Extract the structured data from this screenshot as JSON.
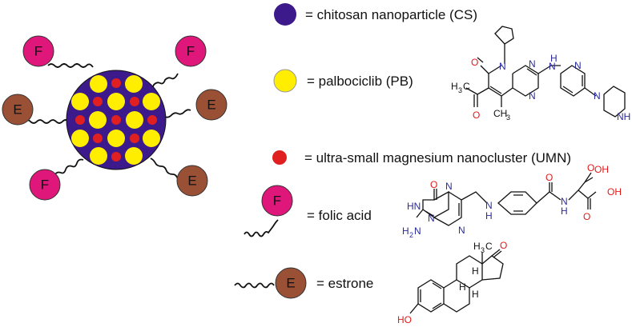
{
  "colors": {
    "chitosan": "#3d1a8c",
    "palbociclib": "#ffee00",
    "magnesium": "#e02020",
    "folic": "#e0177a",
    "estrone": "#9a5034",
    "atom_n": "#2a2aa0",
    "atom_o": "#e01a1a"
  },
  "ligand_letters": {
    "folic": "F",
    "estrone": "E"
  },
  "legend": {
    "chitosan": "= chitosan nanoparticle (CS)",
    "palbociclib": "= palbociclib (PB)",
    "magnesium": "=  ultra-small magnesium nanocluster (UMN)",
    "folic": "= folic acid",
    "estrone": "= estrone"
  },
  "structures": {
    "palbociclib": {
      "o_ketone": "O",
      "n_ring": "N",
      "n_ring2": "N",
      "n_ring3": "N",
      "nh_link": "H",
      "n_link": "N",
      "n_pyr": "N",
      "n_pip": "N",
      "nh_pip": "NH",
      "h3c": "H",
      "h3c_c": "3",
      "h3c_tail": "C",
      "o_acetyl": "O",
      "ch3": "CH",
      "ch3_sub": "3"
    },
    "folic": {
      "o_top": "O",
      "hn": "HN",
      "n1": "N",
      "n2": "N",
      "n3": "N",
      "h2n": "H",
      "h2n_sub": "2",
      "h2n_n": "N",
      "nh_a": "N",
      "nh_a_h": "H",
      "o_amide": "O",
      "nh_b": "N",
      "nh_b_h": "H",
      "oh1": "OH",
      "o_acid1": "O",
      "oh2": "OH",
      "o_acid2": "O"
    },
    "estrone": {
      "h3c": "H",
      "h3c_sub": "3",
      "h3c_c": "C",
      "o_ket": "O",
      "h1": "H",
      "h2": "H",
      "h3": "H",
      "ho": "HO"
    }
  }
}
